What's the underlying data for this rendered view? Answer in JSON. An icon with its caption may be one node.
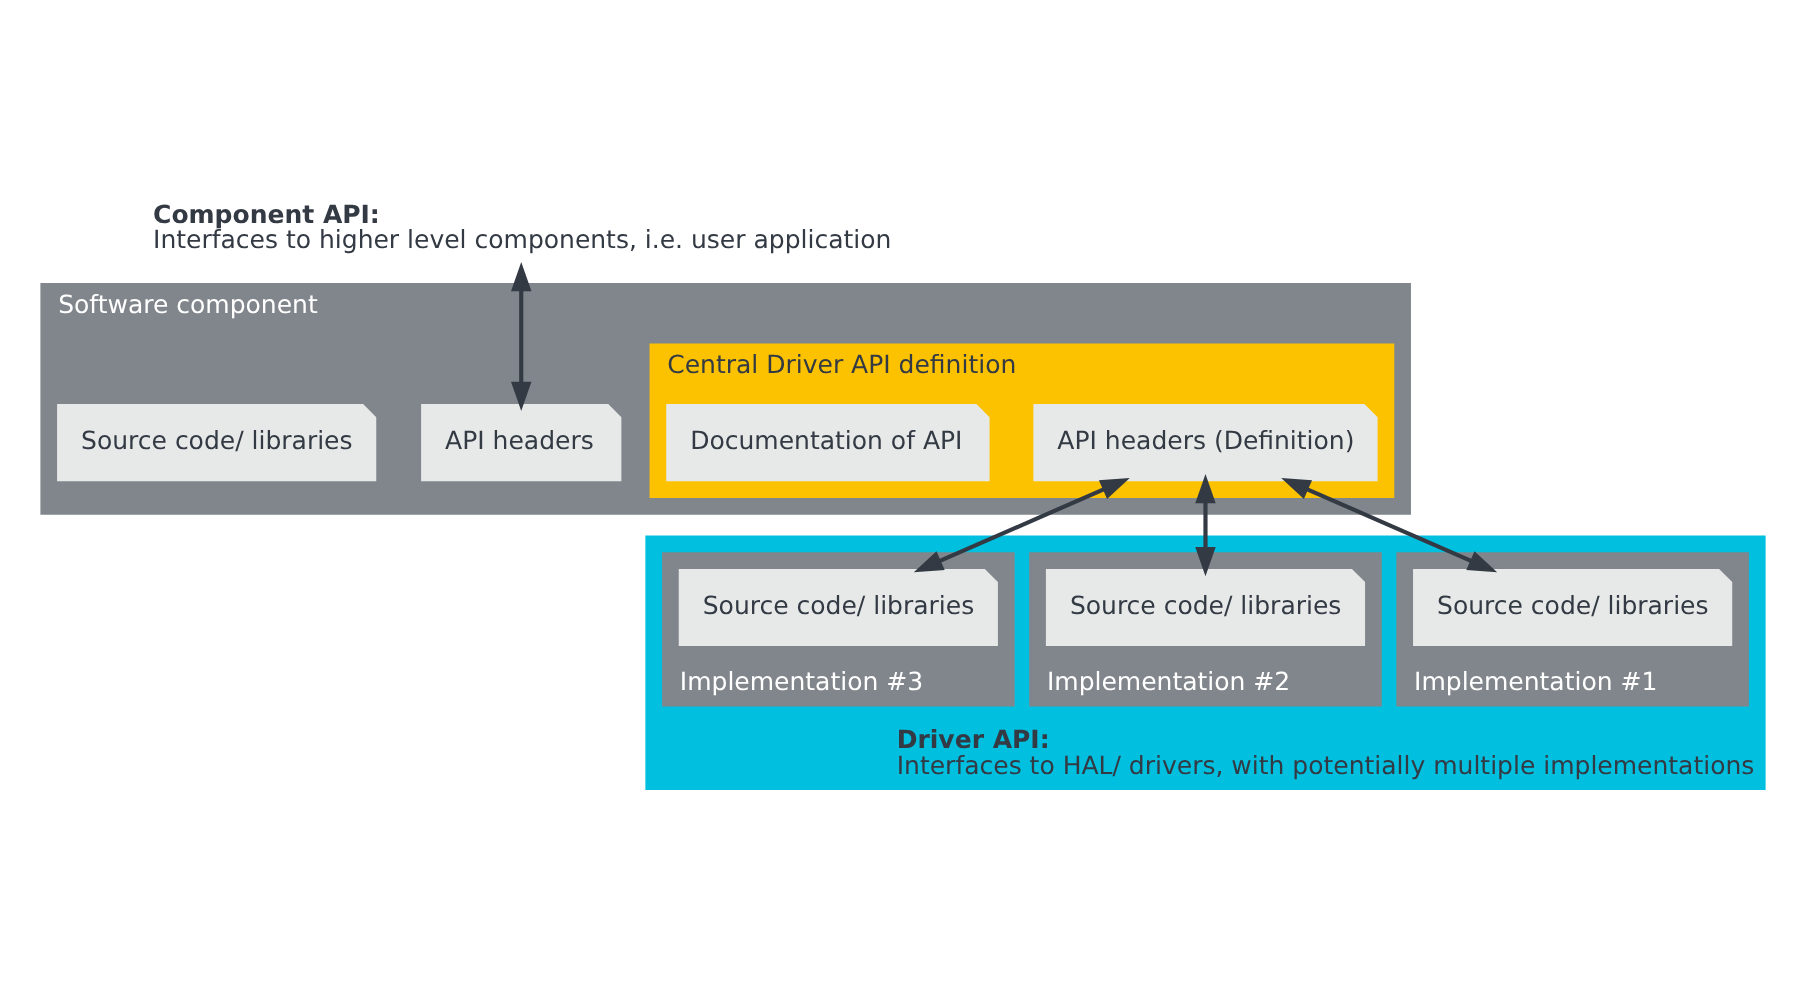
{
  "diagram": {
    "nodes": [
      {
        "text": [
          "Software component"
        ]
      },
      {
        "text": [
          "Central Driver API definition"
        ],
        "in": 0
      },
      {
        "text": [
          "API headers (Definition)"
        ],
        "in": 1
      },
      {
        "text": [
          "Documentation of API"
        ],
        "in": 1
      },
      {
        "text": [
          "API headers"
        ],
        "in": 0
      },
      {
        "text": [
          "Source code/ libraries"
        ],
        "in": 0
      },
      {
        "text": [
          "Driver API:",
          "Interfaces to HAL/ drivers, with potentially multiple implementations"
        ]
      },
      {
        "text": [
          "Implementation #1"
        ],
        "in": 6
      },
      {
        "text": [
          "Source code/ libraries"
        ],
        "in": 7
      },
      {
        "text": [
          "Implementation #2"
        ],
        "in": 6
      },
      {
        "text": [
          "Source code/ libraries"
        ],
        "in": 9
      },
      {
        "text": [
          "Implementation #3"
        ],
        "in": 6
      },
      {
        "text": [
          "Source code/ libraries"
        ],
        "in": 11
      },
      {
        "text": [
          "Component API:",
          "Interfaces to higher level components, i.e. user application"
        ]
      }
    ],
    "edges": [
      {
        "from": 13,
        "to": 4,
        "arrow": "both"
      },
      {
        "from": 2,
        "to": 8,
        "arrow": "both"
      },
      {
        "from": 2,
        "to": 10,
        "arrow": "both"
      },
      {
        "from": 2,
        "to": 12,
        "arrow": "both"
      }
    ]
  }
}
